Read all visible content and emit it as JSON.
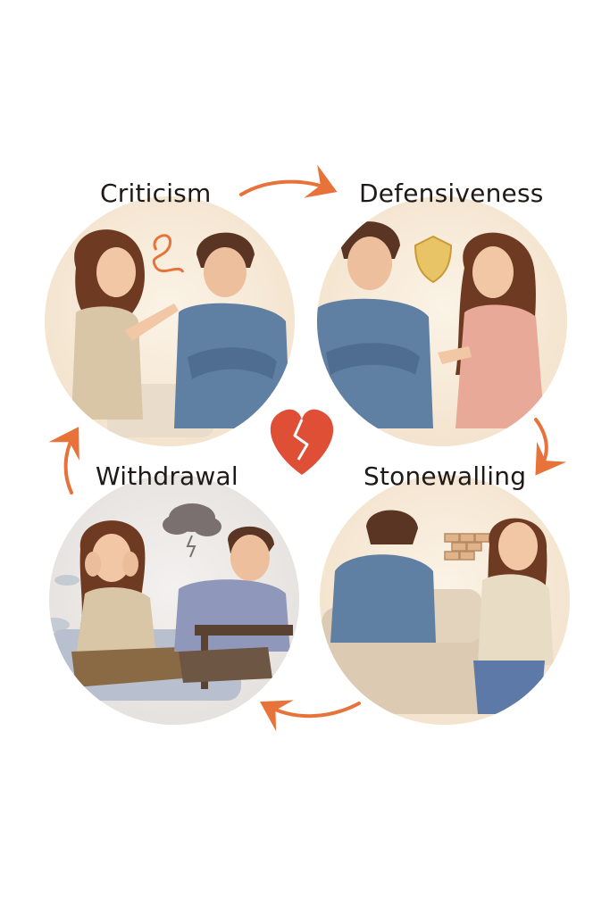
{
  "stages": {
    "criticism": "Criticism",
    "defensiveness": "Defensiveness",
    "stonewalling": "Stonewalling",
    "withdrawal": "Withdrawal"
  },
  "colors": {
    "arrow": "#e8733a",
    "heart": "#df4f35",
    "circle_bg": "#f8ecdc",
    "text": "#1f1a17"
  },
  "icons": [
    "broken-heart-icon",
    "shield-icon",
    "brick-wall-icon",
    "storm-cloud-icon",
    "speech-scribble-icon"
  ]
}
